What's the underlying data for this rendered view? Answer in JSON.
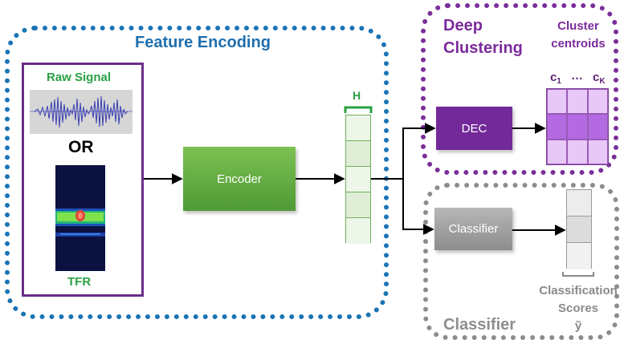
{
  "feature_encoding": {
    "title": "Feature Encoding",
    "input": {
      "raw_signal_label": "Raw Signal",
      "or_label": "OR",
      "tfr_label": "TFR"
    },
    "encoder_label": "Encoder",
    "h_label": "H"
  },
  "deep_clustering": {
    "title_line1": "Deep",
    "title_line2": "Clustering",
    "dec_label": "DEC",
    "centroids_line1": "Cluster",
    "centroids_line2": "centroids",
    "c1_base": "c",
    "c1_sub": "1",
    "ellipsis": "…",
    "ck_base": "c",
    "ck_sub": "K"
  },
  "classifier": {
    "title": "Classifier",
    "block_label": "Classifier",
    "scores_line1": "Classification",
    "scores_line2": "Scores",
    "scores_symbol": "ỹ"
  },
  "colors": {
    "feature_encoding": "#1a74b5",
    "deep_clustering": "#7a2f9a",
    "classifier": "#8c8c8c",
    "encoder": "#5fae3f",
    "green_text": "#2aa043"
  }
}
